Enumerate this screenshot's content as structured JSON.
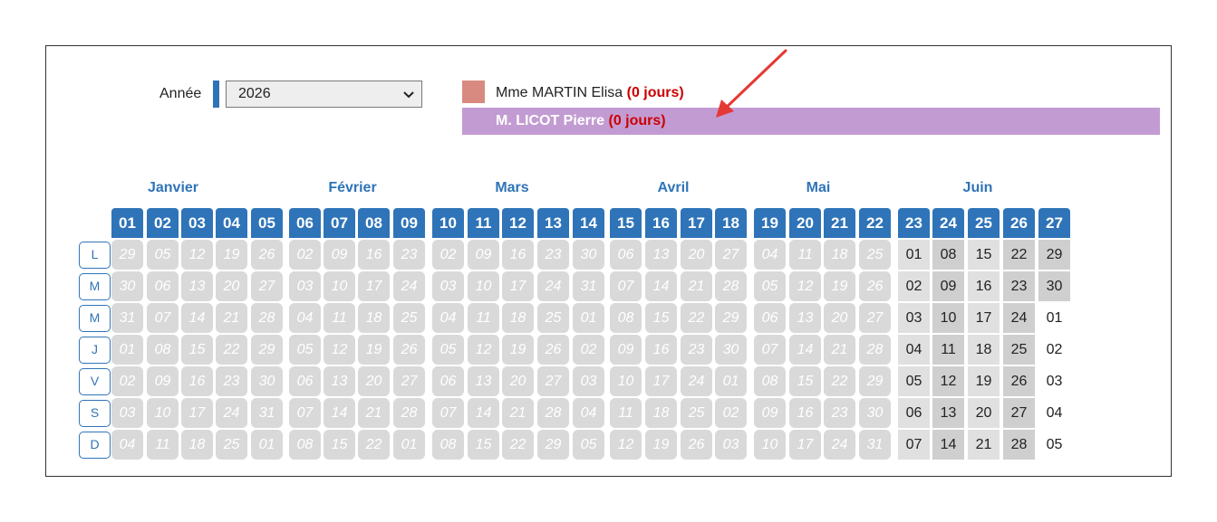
{
  "year": {
    "label": "Année",
    "selected": "2026"
  },
  "people": [
    {
      "name": "Mme MARTIN Elisa",
      "days": "(0 jours)",
      "color": "#d88a80"
    },
    {
      "name": "M. LICOT Pierre",
      "days": "(0 jours)",
      "color": "#c39bd3"
    }
  ],
  "months": [
    "Janvier",
    "Février",
    "Mars",
    "Avril",
    "Mai",
    "Juin"
  ],
  "weekday_labels": [
    "L",
    "M",
    "M",
    "J",
    "V",
    "S",
    "D"
  ],
  "weeks": [
    {
      "num": "01",
      "days": [
        "29",
        "30",
        "31",
        "01",
        "02",
        "03",
        "04"
      ]
    },
    {
      "num": "02",
      "days": [
        "05",
        "06",
        "07",
        "08",
        "09",
        "10",
        "11"
      ]
    },
    {
      "num": "03",
      "days": [
        "12",
        "13",
        "14",
        "15",
        "16",
        "17",
        "18"
      ]
    },
    {
      "num": "04",
      "days": [
        "19",
        "20",
        "21",
        "22",
        "23",
        "24",
        "25"
      ]
    },
    {
      "num": "05",
      "days": [
        "26",
        "27",
        "28",
        "29",
        "30",
        "31",
        "01"
      ]
    },
    {
      "num": "06",
      "days": [
        "02",
        "03",
        "04",
        "05",
        "06",
        "07",
        "08"
      ]
    },
    {
      "num": "07",
      "days": [
        "09",
        "10",
        "11",
        "12",
        "13",
        "14",
        "15"
      ]
    },
    {
      "num": "08",
      "days": [
        "16",
        "17",
        "18",
        "19",
        "20",
        "21",
        "22"
      ]
    },
    {
      "num": "09",
      "days": [
        "23",
        "24",
        "25",
        "26",
        "27",
        "28",
        "01"
      ]
    },
    {
      "num": "10",
      "days": [
        "02",
        "03",
        "04",
        "05",
        "06",
        "07",
        "08"
      ]
    },
    {
      "num": "11",
      "days": [
        "09",
        "10",
        "11",
        "12",
        "13",
        "14",
        "15"
      ]
    },
    {
      "num": "12",
      "days": [
        "16",
        "17",
        "18",
        "19",
        "20",
        "21",
        "22"
      ]
    },
    {
      "num": "13",
      "days": [
        "23",
        "24",
        "25",
        "26",
        "27",
        "28",
        "29"
      ]
    },
    {
      "num": "14",
      "days": [
        "30",
        "31",
        "01",
        "02",
        "03",
        "04",
        "05"
      ]
    },
    {
      "num": "15",
      "days": [
        "06",
        "07",
        "08",
        "09",
        "10",
        "11",
        "12"
      ]
    },
    {
      "num": "16",
      "days": [
        "13",
        "14",
        "15",
        "16",
        "17",
        "18",
        "19"
      ]
    },
    {
      "num": "17",
      "days": [
        "20",
        "21",
        "22",
        "23",
        "24",
        "25",
        "26"
      ]
    },
    {
      "num": "18",
      "days": [
        "27",
        "28",
        "29",
        "30",
        "01",
        "02",
        "03"
      ]
    },
    {
      "num": "19",
      "days": [
        "04",
        "05",
        "06",
        "07",
        "08",
        "09",
        "10"
      ]
    },
    {
      "num": "20",
      "days": [
        "11",
        "12",
        "13",
        "14",
        "15",
        "16",
        "17"
      ]
    },
    {
      "num": "21",
      "days": [
        "18",
        "19",
        "20",
        "21",
        "22",
        "23",
        "24"
      ]
    },
    {
      "num": "22",
      "days": [
        "25",
        "26",
        "27",
        "28",
        "29",
        "30",
        "31"
      ]
    },
    {
      "num": "23",
      "days": [
        "01",
        "02",
        "03",
        "04",
        "05",
        "06",
        "07"
      ]
    },
    {
      "num": "24",
      "days": [
        "08",
        "09",
        "10",
        "11",
        "12",
        "13",
        "14"
      ]
    },
    {
      "num": "25",
      "days": [
        "15",
        "16",
        "17",
        "18",
        "19",
        "20",
        "21"
      ]
    },
    {
      "num": "26",
      "days": [
        "22",
        "23",
        "24",
        "25",
        "26",
        "27",
        "28"
      ]
    },
    {
      "num": "27",
      "days": [
        "29",
        "30",
        "01",
        "02",
        "03",
        "04",
        "05"
      ]
    }
  ],
  "colors": {
    "accent": "#2f74b8",
    "past_day": "#d9d9d9",
    "highlight_days": "#cc0000"
  }
}
